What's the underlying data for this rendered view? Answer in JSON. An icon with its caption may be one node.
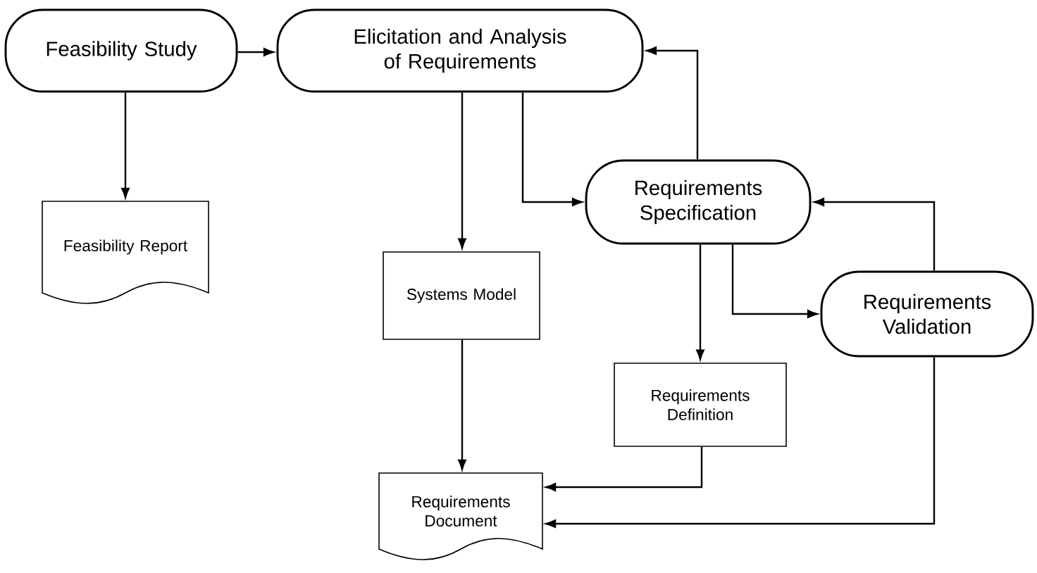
{
  "diagram": {
    "nodes": [
      {
        "text": [
          "Feasibility Study"
        ]
      },
      {
        "text": [
          "Elicitation and Analysis of Requirements"
        ]
      },
      {
        "text": [
          "Feasibility Report"
        ]
      },
      {
        "text": [
          "Requirements Specification"
        ]
      },
      {
        "text": [
          "Systems Model"
        ]
      },
      {
        "text": [
          "Requirements Validation"
        ]
      },
      {
        "text": [
          "Requirements Definition"
        ]
      },
      {
        "text": [
          "Requirements Document"
        ]
      }
    ],
    "edges": [
      {
        "from": 0,
        "to": 1,
        "arrow": "to"
      },
      {
        "from": 0,
        "to": 2,
        "arrow": "to"
      },
      {
        "from": 1,
        "to": 3,
        "arrow": "to"
      },
      {
        "from": 3,
        "to": 1,
        "arrow": "to"
      },
      {
        "from": 1,
        "to": 4,
        "arrow": "to"
      },
      {
        "from": 3,
        "to": 5,
        "arrow": "to"
      },
      {
        "from": 5,
        "to": 3,
        "arrow": "to"
      },
      {
        "from": 3,
        "to": 6,
        "arrow": "to"
      },
      {
        "from": 4,
        "to": 7,
        "arrow": "to"
      },
      {
        "from": 6,
        "to": 7,
        "arrow": "to"
      },
      {
        "from": 5,
        "to": 7,
        "arrow": "to"
      }
    ]
  }
}
